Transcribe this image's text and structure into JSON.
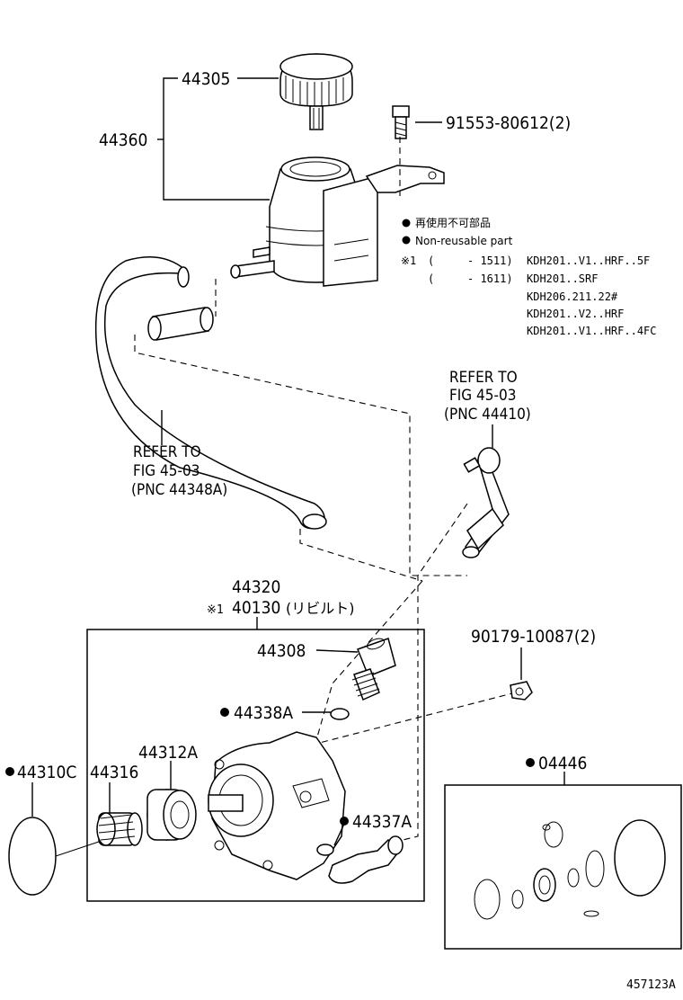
{
  "labels": {
    "p44305": "44305",
    "p44360": "44360",
    "p91553": "91553-80612(2)",
    "p44320": "44320",
    "p40130_mark": "※1",
    "p40130": "40130",
    "p40130_note": "(リビルト)",
    "p44308": "44308",
    "p90179": "90179-10087(2)",
    "p44338A": "44338A",
    "p44312A": "44312A",
    "p44310C": "44310C",
    "p44316": "44316",
    "p44337A": "44337A",
    "p04446": "04446",
    "ref_left_1": "REFER TO",
    "ref_left_2": "FIG 45-03",
    "ref_left_3": "(PNC 44348A)",
    "ref_right_1": "REFER TO",
    "ref_right_2": "FIG 45-03",
    "ref_right_3": "(PNC 44410)",
    "diagram_id": "457123A"
  },
  "legend": {
    "nonreusable_jp": "再使用不可部品",
    "nonreusable_en": "Non-reusable part",
    "note_mark": "※1",
    "note_rows": [
      {
        "open": "(",
        "range": "- 1511)",
        "models": "KDH201..V1..HRF..5F"
      },
      {
        "open": "(",
        "range": "- 1611)",
        "models": "KDH201..SRF"
      },
      {
        "open": "",
        "range": "",
        "models": "KDH206.211.22#"
      },
      {
        "open": "",
        "range": "",
        "models": "KDH201..V2..HRF"
      },
      {
        "open": "",
        "range": "",
        "models": "KDH201..V1..HRF..4FC"
      }
    ]
  }
}
